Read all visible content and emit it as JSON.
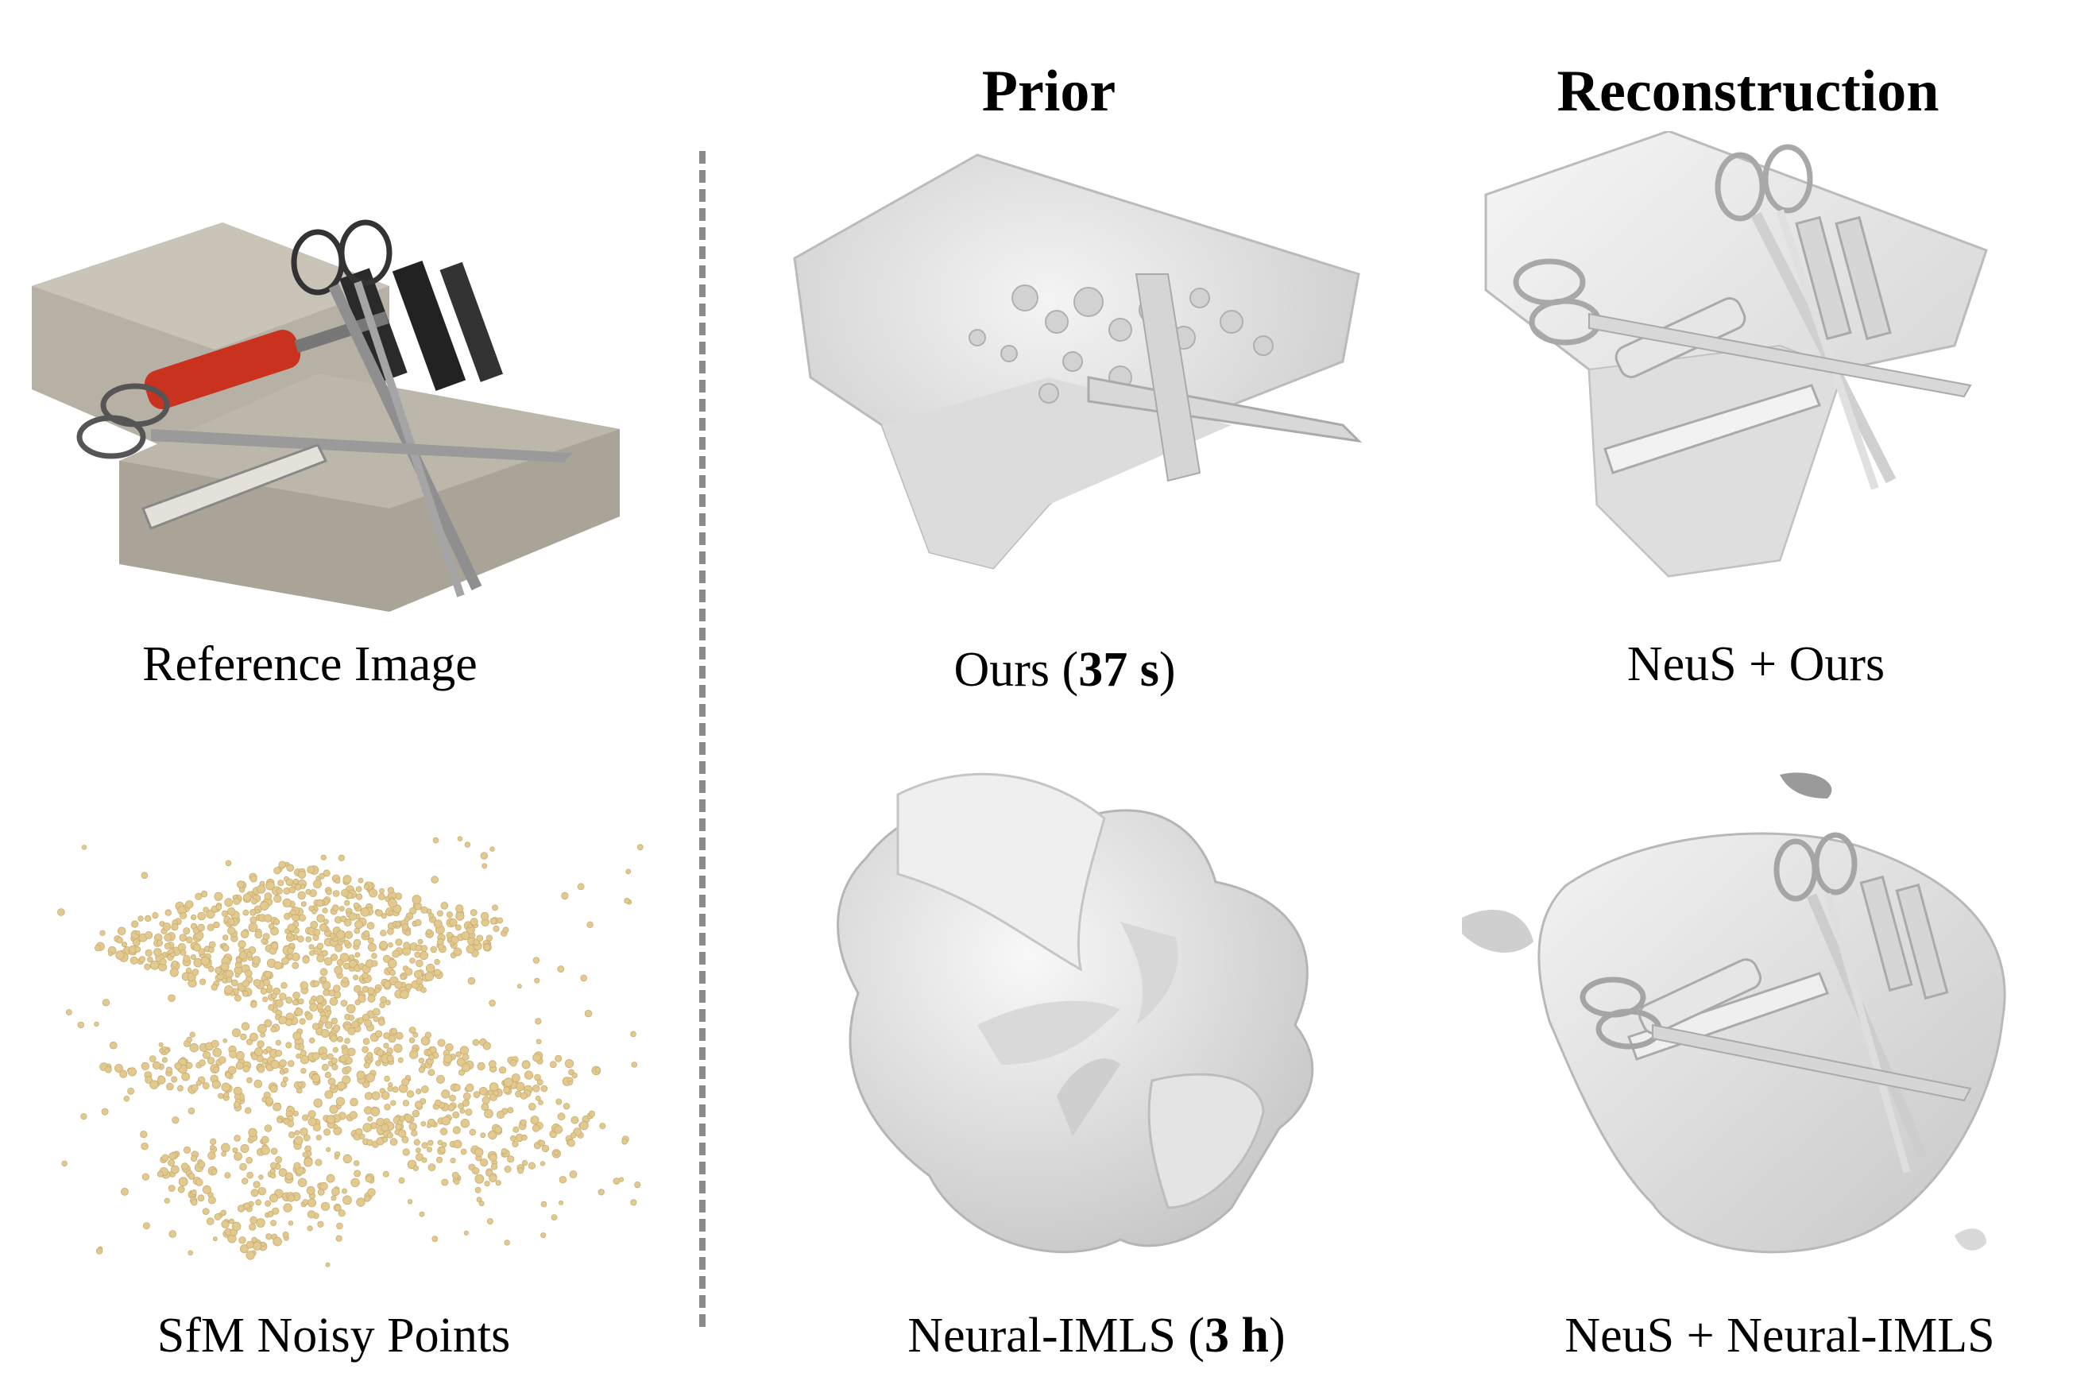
{
  "headers": {
    "prior": "Prior",
    "reconstruction": "Reconstruction"
  },
  "captions": {
    "reference": "Reference Image",
    "sfm": "SfM Noisy Points",
    "ours_name": "Ours",
    "ours_time": "37 s",
    "imls_name": "Neural-IMLS",
    "imls_time": "3 h",
    "neus_ours": "NeuS + Ours",
    "neus_imls": "NeuS + Neural-IMLS"
  },
  "colors": {
    "mesh": "#e9e9e9",
    "mesh_shadow": "#b9b9b9",
    "points": "#e2c98f",
    "brick": "#b3aca0",
    "handle": "#c8321e",
    "metal": "#9a9a9a",
    "divider": "#8a8a8a"
  }
}
